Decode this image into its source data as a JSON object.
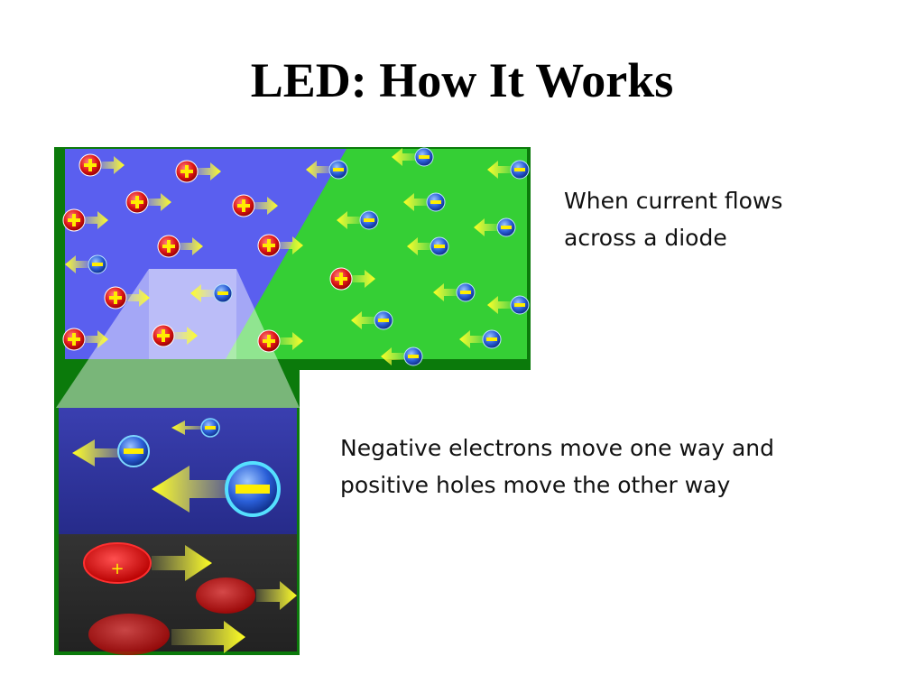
{
  "slide": {
    "title": "LED: How It Works",
    "captions": {
      "top": "When current flows across a diode",
      "bottom": "Negative electrons move one way and positive holes move the other way"
    }
  },
  "colors": {
    "p_region": "#5a5fef",
    "n_region": "#35cf35",
    "frame": "#0b7a0b",
    "hole": "#e02020",
    "electron": "#2a5fd8",
    "arrow": "#ffff33",
    "zoom_top": "#2e35a0",
    "zoom_bottom": "#2a2a2a"
  },
  "icons": [
    "hole-plus-icon",
    "electron-minus-icon",
    "arrow-right-icon",
    "arrow-left-icon"
  ]
}
